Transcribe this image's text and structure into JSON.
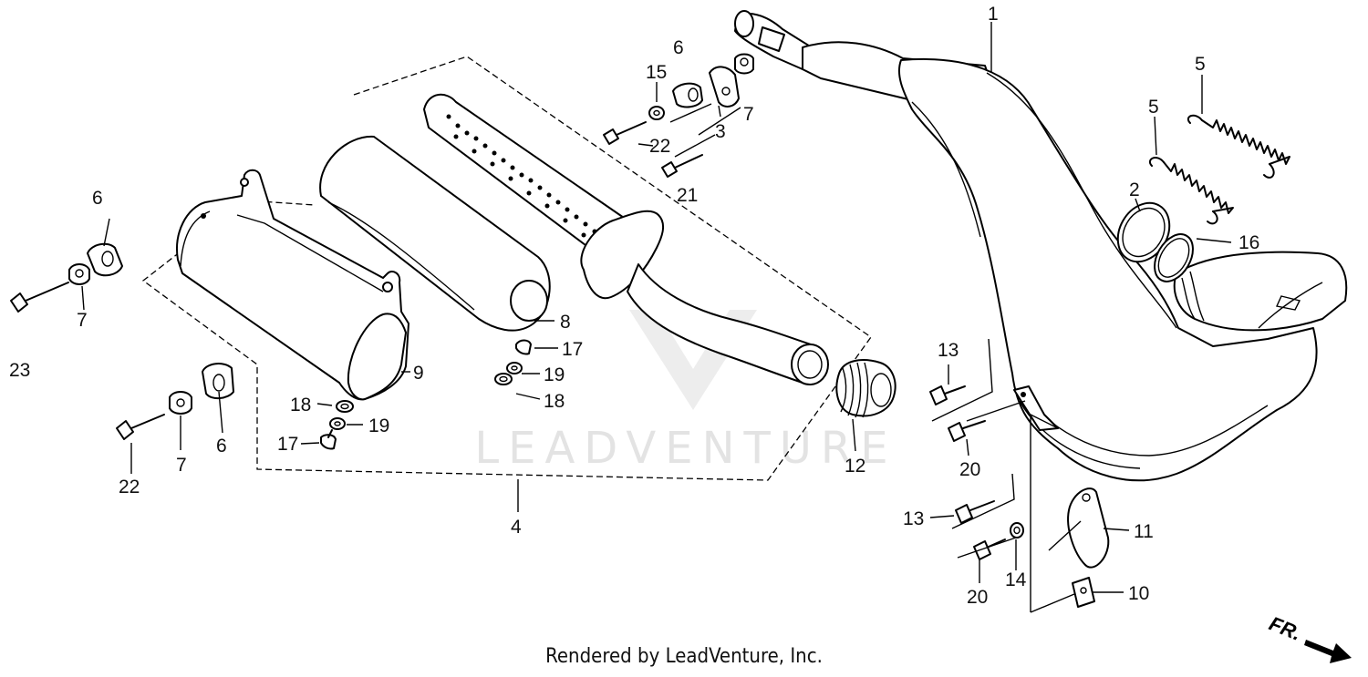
{
  "diagram": {
    "callouts": {
      "c1": "1",
      "c2": "2",
      "c3": "3",
      "c4": "4",
      "c5a": "5",
      "c5b": "5",
      "c6a": "6",
      "c6b": "6",
      "c6c": "6",
      "c7a": "7",
      "c7b": "7",
      "c7c": "7",
      "c8": "8",
      "c9": "9",
      "c10": "10",
      "c11": "11",
      "c12": "12",
      "c13a": "13",
      "c13b": "13",
      "c14": "14",
      "c15": "15",
      "c16": "16",
      "c17a": "17",
      "c17b": "17",
      "c18a": "18",
      "c18b": "18",
      "c19a": "19",
      "c19b": "19",
      "c20a": "20",
      "c20b": "20",
      "c21": "21",
      "c22a": "22",
      "c22b": "22",
      "c23": "23"
    },
    "watermark": "LEADVENTURE",
    "direction_label": "FR.",
    "credit": "Rendered by LeadVenture, Inc."
  }
}
